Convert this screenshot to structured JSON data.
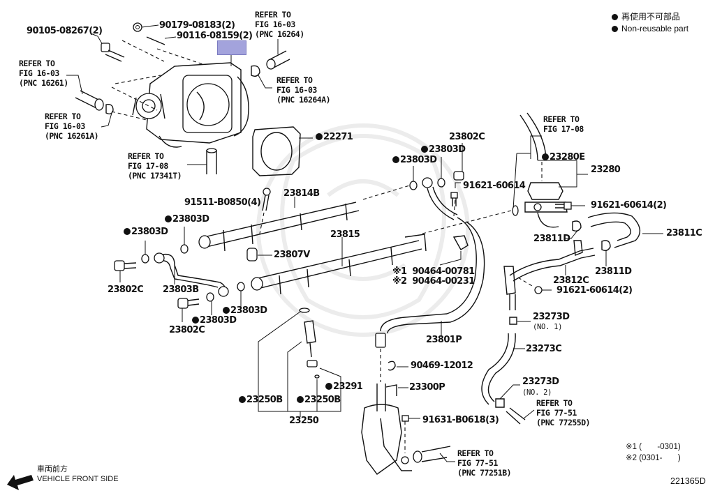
{
  "legend": {
    "jp": "再使用不可部品",
    "en": "Non-reusable part"
  },
  "labels": {
    "p90105": "90105-08267(2)",
    "p90179": "90179-08183(2)",
    "p90116": "90116-08159(2)",
    "ref16264": "REFER TO\nFIG 16-03\n(PNC 16264)",
    "ref16261": "REFER TO\nFIG 16-03\n(PNC 16261)",
    "ref16264A": "REFER TO\nFIG 16-03\n(PNC 16264A)",
    "ref16261A": "REFER TO\nFIG 16-03\n(PNC 16261A)",
    "ref17341T": "REFER TO\nFIG 17-08\n(PNC 17341T)",
    "ref1708": "REFER TO\nFIG 17-08",
    "p22271": "22271",
    "p23802C_top": "23802C",
    "p23803D_top1": "23803D",
    "p23803D_top2": "23803D",
    "p91621_a": "91621-60614",
    "p23280E": "23280E",
    "p23280": "23280",
    "p91621_b": "91621-60614(2)",
    "p23811C": "23811C",
    "p23811D_a": "23811D",
    "p23811D_b": "23811D",
    "p23812C": "23812C",
    "p91621_c": "91621-60614(2)",
    "p91511": "91511-B0850(4)",
    "p23814B": "23814B",
    "p23803D_l1": "23803D",
    "p23803D_l2": "23803D",
    "p23807V": "23807V",
    "p23815": "23815",
    "p23802C_l": "23802C",
    "p23803B": "23803B",
    "p23803D_l3": "23803D",
    "p23803D_l4": "23803D",
    "p23802C_l2": "23802C",
    "p90464_1": "※1  90464-00781",
    "p90464_2": "※2  90464-00231",
    "p23801P": "23801P",
    "p23273D_1": "23273D",
    "p23273D_1n": "(NO. 1)",
    "p23273C": "23273C",
    "p23273D_2": "23273D",
    "p23273D_2n": "(NO. 2)",
    "ref77255D": "REFER TO\nFIG 77-51\n(PNC 77255D)",
    "p90469": "90469-12012",
    "p23300P": "23300P",
    "p91631": "91631-B0618(3)",
    "ref77251B": "REFER TO\nFIG 77-51\n(PNC 77251B)",
    "p23291": "23291",
    "p23250B_a": "23250B",
    "p23250B_b": "23250B",
    "p23250": "23250"
  },
  "notes": {
    "n1": "※1 (       -0301)",
    "n2": "※2 (0301-       )",
    "code": "221365D"
  },
  "front": {
    "jp": "車両前方",
    "en": "VEHICLE FRONT SIDE"
  },
  "icons": {
    "non_reusable": "black-dot",
    "front_arrow": "arrow-down-left"
  },
  "colors": {
    "highlight": "#a3a3dc",
    "line": "#111111"
  }
}
